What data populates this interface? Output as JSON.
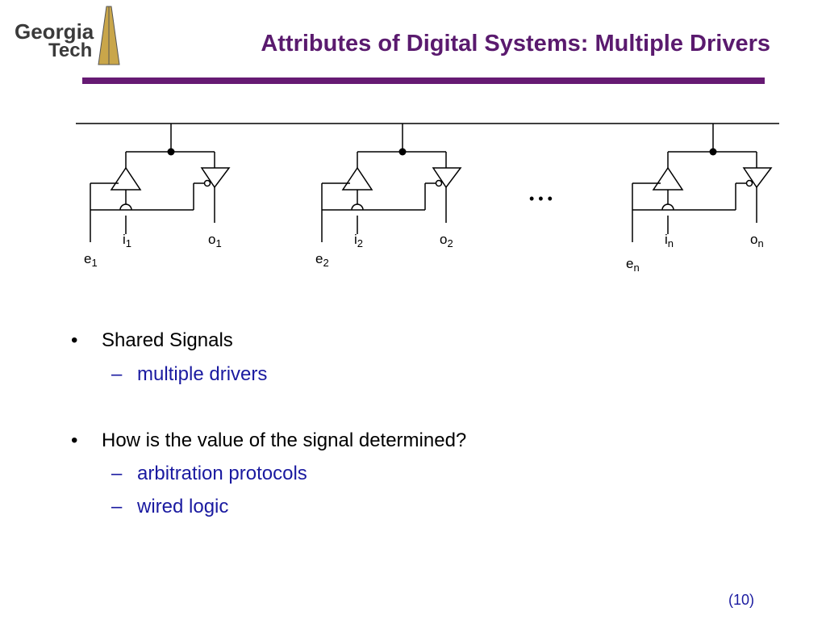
{
  "logo": {
    "line1": "Georgia",
    "line2": "Tech"
  },
  "title": "Attributes of Digital Systems: Multiple Drivers",
  "diagram": {
    "ellipsis": "• • •",
    "drivers": [
      {
        "e": "e",
        "e_sub": "1",
        "i": "i",
        "i_sub": "1",
        "o": "o",
        "o_sub": "1"
      },
      {
        "e": "e",
        "e_sub": "2",
        "i": "i",
        "i_sub": "2",
        "o": "o",
        "o_sub": "2"
      },
      {
        "e": "e",
        "e_sub": "n",
        "i": "i",
        "i_sub": "n",
        "o": "o",
        "o_sub": "n"
      }
    ]
  },
  "bullets": {
    "b1": "Shared Signals",
    "b1_sub1": "multiple drivers",
    "b2": "How is the value of the signal determined?",
    "b2_sub1": "arbitration protocols",
    "b2_sub2": "wired logic",
    "bullet_glyph": "•",
    "dash_glyph": "–"
  },
  "page_number": "(10)"
}
